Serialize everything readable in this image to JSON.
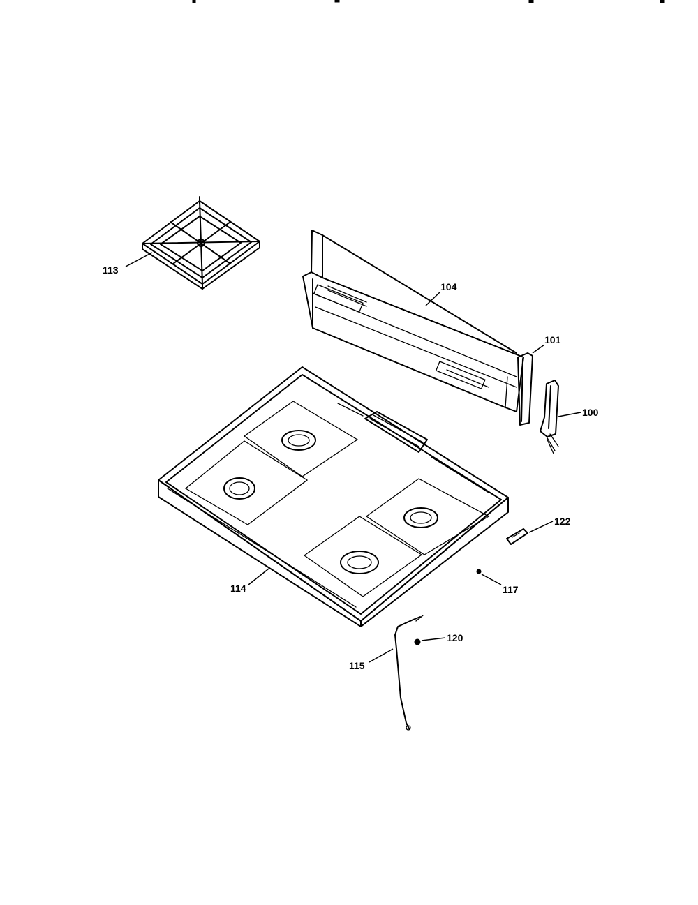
{
  "callouts": {
    "p100": "100",
    "p101": "101",
    "p104": "104",
    "p113": "113",
    "p114": "114",
    "p115": "115",
    "p117": "117",
    "p120": "120",
    "p122": "122"
  },
  "colors": {
    "ink": "#000000",
    "paper": "#ffffff"
  }
}
